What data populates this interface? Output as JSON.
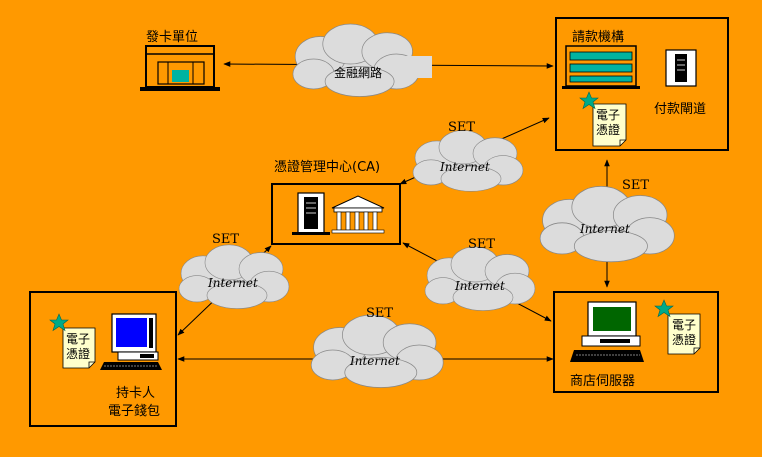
{
  "nodes": {
    "card_issuer": {
      "label": "發卡單位"
    },
    "acquirer": {
      "label": "請款機構",
      "gateway_label": "付款閘道",
      "cert_label": [
        "電子",
        "憑證"
      ]
    },
    "ca": {
      "label": "憑證管理中心(CA)"
    },
    "cardholder": {
      "label_line1": "持卡人",
      "label_line2": "電子錢包",
      "cert_label": [
        "電子",
        "憑證"
      ]
    },
    "merchant": {
      "label": "商店伺服器",
      "cert_label": [
        "電子",
        "憑證"
      ]
    }
  },
  "clouds": {
    "financial_network": "金融網路",
    "internet": "Internet"
  },
  "protocol_label": "SET",
  "colors": {
    "background": "#FF9900",
    "cloud": "#DCDCDC",
    "cert_paper": "#FFFFCC",
    "star": "#00AA88",
    "monitor_screen_blue": "#0000FF",
    "monitor_screen_green": "#006600",
    "building_teal": "#00B3A0"
  }
}
